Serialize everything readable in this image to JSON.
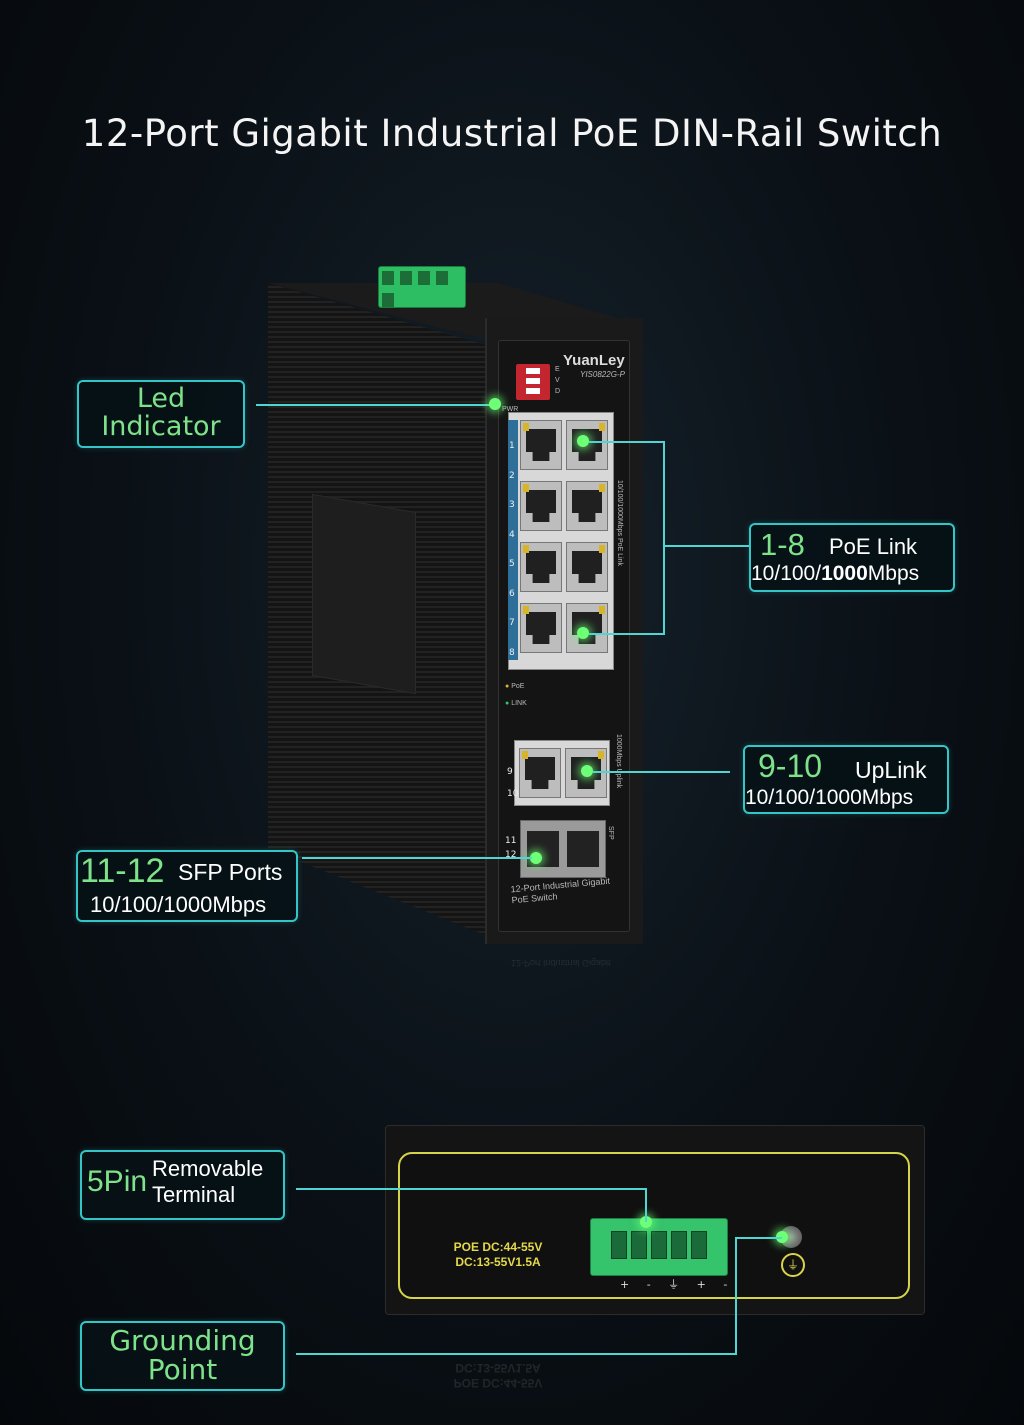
{
  "title": "12-Port Gigabit Industrial PoE DIN-Rail Switch",
  "callouts": {
    "led": {
      "line1": "Led",
      "line2": "Indicator"
    },
    "poe": {
      "range": "1-8",
      "label": "PoE Link",
      "speed_prefix": "10/100/",
      "speed_bold": "1000",
      "speed_suffix": "Mbps"
    },
    "uplink": {
      "range": "9-10",
      "label": "UpLink",
      "speed": "10/100/1000Mbps"
    },
    "sfp": {
      "range": "11-12",
      "label": "SFP Ports",
      "speed": "10/100/1000Mbps"
    },
    "terminal": {
      "pin": "5Pin",
      "line1": "Removable",
      "line2": "Terminal"
    },
    "ground": {
      "line1": "Grounding",
      "line2": "Point"
    }
  },
  "device": {
    "brand": "YuanLey",
    "model": "YIS0822G-P",
    "dip_labels": [
      "E",
      "V",
      "D"
    ],
    "pwr_label": "PWR",
    "poe_legend": "PoE",
    "link_legend": "LINK",
    "port_numbers": [
      "1",
      "2",
      "3",
      "4",
      "5",
      "6",
      "7",
      "8"
    ],
    "uplink_numbers": [
      "9",
      "10"
    ],
    "sfp_numbers": [
      "11",
      "12"
    ],
    "ports_side_text": "10/100/1000Mbps PoE Link",
    "uplink_side_text": "1000Mbps Uplink",
    "sfp_side_text": "SFP",
    "footer_line1": "12-Port Industrial Gigabit",
    "footer_line2": "PoE Switch",
    "reflection_text": "12-Port Industrial Gigabit"
  },
  "bottom": {
    "power_line1": "POE DC:44-55V",
    "power_line2": "DC:13-55V1.5A",
    "polarity": "+ - ⏚ + -",
    "reflection_line1": "DC:13-55V1.5A",
    "reflection_line2": "POE DC:44-55V"
  },
  "colors": {
    "accent_cyan": "#34c6c6",
    "label_green": "#7ee28a",
    "terminal_green": "#35c36b",
    "panel_yellow": "#d6d54a",
    "dip_red": "#c3262e"
  },
  "icons": [
    "indicator-dot-icon",
    "ground-icon"
  ]
}
